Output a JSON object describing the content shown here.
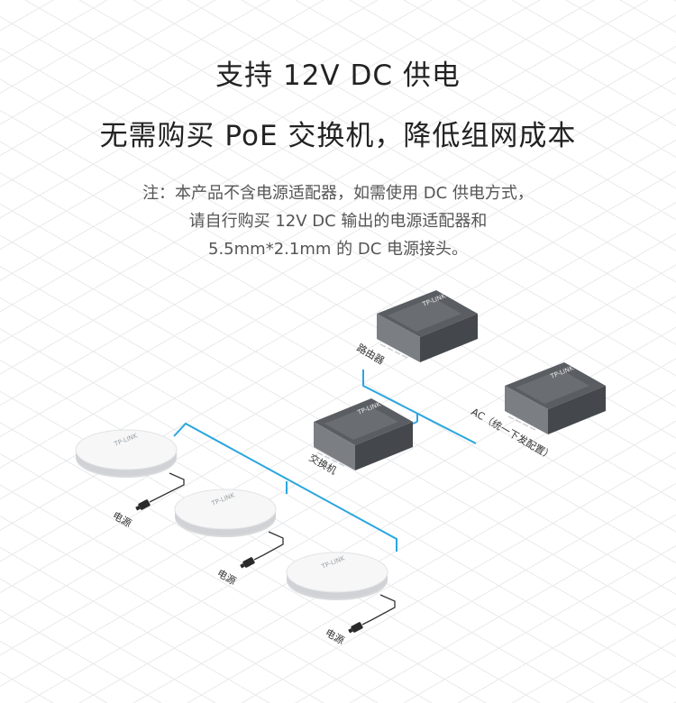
{
  "headline": {
    "line1": "支持 12V DC 供电",
    "line2": "无需购买 PoE 交换机，降低组网成本"
  },
  "note": {
    "line1": "注：本产品不含电源适配器，如需使用 DC 供电方式，",
    "line2": "请自行购买 12V DC 输出的电源适配器和",
    "line3": "5.5mm*2.1mm 的 DC 电源接头。"
  },
  "diagram": {
    "router_label": "路由器",
    "switch_label": "交换机",
    "ac_label": "AC（统一下发配置）",
    "power_label_1": "电源",
    "power_label_2": "电源",
    "power_label_3": "电源",
    "device_brand": "TP-LINK",
    "ap_brand": "TP-LINK",
    "link_color": "#2aa6e0"
  }
}
